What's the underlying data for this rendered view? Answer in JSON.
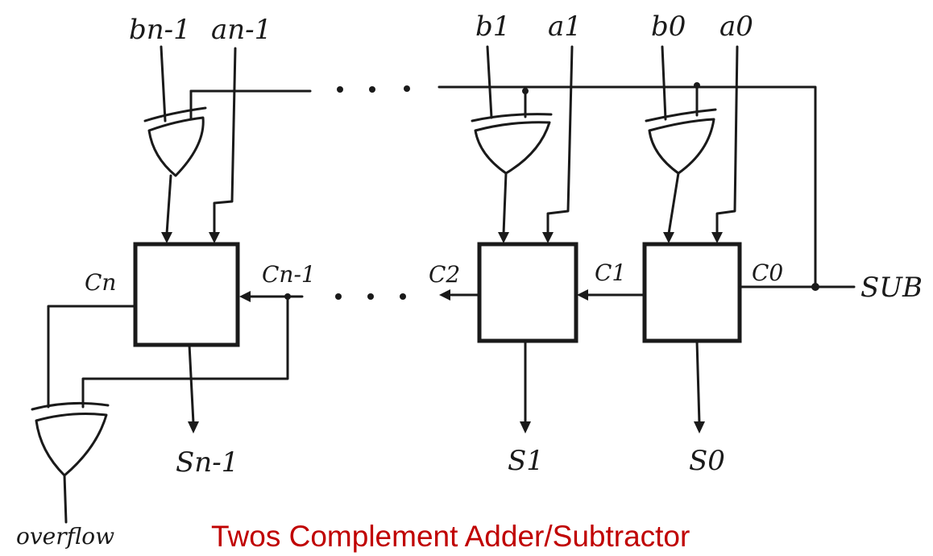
{
  "inputs": {
    "b_n1": "bn-1",
    "a_n1": "an-1",
    "b_1": "b1",
    "a_1": "a1",
    "b_0": "b0",
    "a_0": "a0"
  },
  "carries": {
    "c_n": "Cn",
    "c_n1": "Cn-1",
    "c_2": "C2",
    "c_1": "C1",
    "c_0": "C0"
  },
  "outputs": {
    "s_n1": "Sn-1",
    "s_1": "S1",
    "s_0": "S0"
  },
  "control": {
    "sub": "SUB",
    "overflow": "overflow"
  },
  "caption": "Twos Complement Adder/Subtractor"
}
